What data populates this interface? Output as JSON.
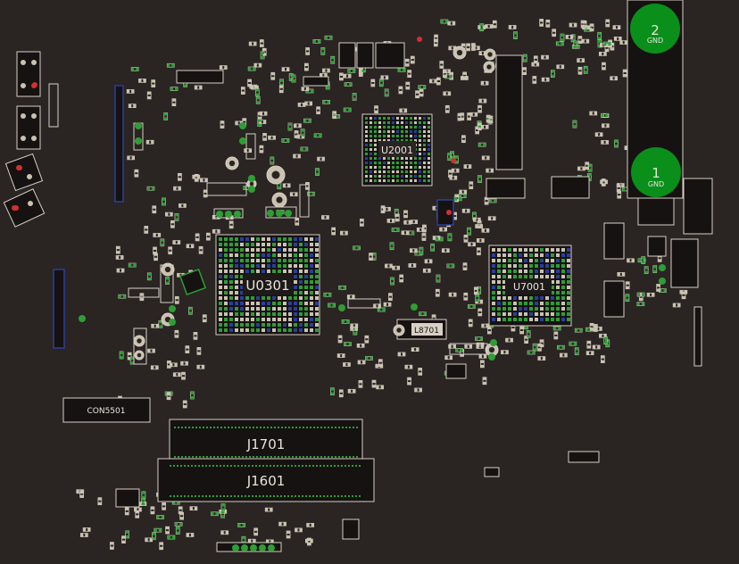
{
  "labels": {
    "u2001": "U2001",
    "u0301": "U0301",
    "u7001": "U7001",
    "l8701": "L8701",
    "con5501": "CON5501",
    "j1701": "J1701",
    "j1601": "J1601",
    "pad2_num": "2",
    "pad2_gnd": "GND",
    "pad1_num": "1",
    "pad1_gnd": "GND"
  },
  "colors": {
    "background": "#2a2423",
    "component_outline": "#d8d0c4",
    "pad_copper": "#c9c2b0",
    "pad_green": "#2e9e35",
    "via_blue": "#2a3f9a",
    "test_pad": "#0a8f1a",
    "ic_body": "#161212"
  }
}
